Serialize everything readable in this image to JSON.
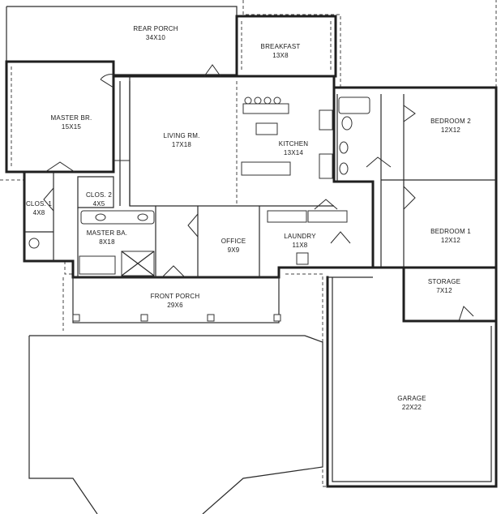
{
  "rooms": {
    "rear_porch": {
      "name": "REAR PORCH",
      "size": "34X10"
    },
    "breakfast": {
      "name": "BREAKFAST",
      "size": "13X8"
    },
    "master_br": {
      "name": "MASTER BR.",
      "size": "15X15"
    },
    "living_rm": {
      "name": "LIVING RM.",
      "size": "17X18"
    },
    "kitchen": {
      "name": "KITCHEN",
      "size": "13X14"
    },
    "bedroom_2": {
      "name": "BEDROOM 2",
      "size": "12X12"
    },
    "clos_1": {
      "name": "CLOS. 1",
      "size": "4X8"
    },
    "clos_2": {
      "name": "CLOS. 2",
      "size": "4X5"
    },
    "master_ba": {
      "name": "MASTER BA.",
      "size": "8X18"
    },
    "office": {
      "name": "OFFICE",
      "size": "9X9"
    },
    "laundry": {
      "name": "LAUNDRY",
      "size": "11X8"
    },
    "bedroom_1": {
      "name": "BEDROOM 1",
      "size": "12X12"
    },
    "storage": {
      "name": "STORAGE",
      "size": "7X12"
    },
    "front_porch": {
      "name": "FRONT PORCH",
      "size": "29X6"
    },
    "garage": {
      "name": "GARAGE",
      "size": "22X22"
    }
  }
}
